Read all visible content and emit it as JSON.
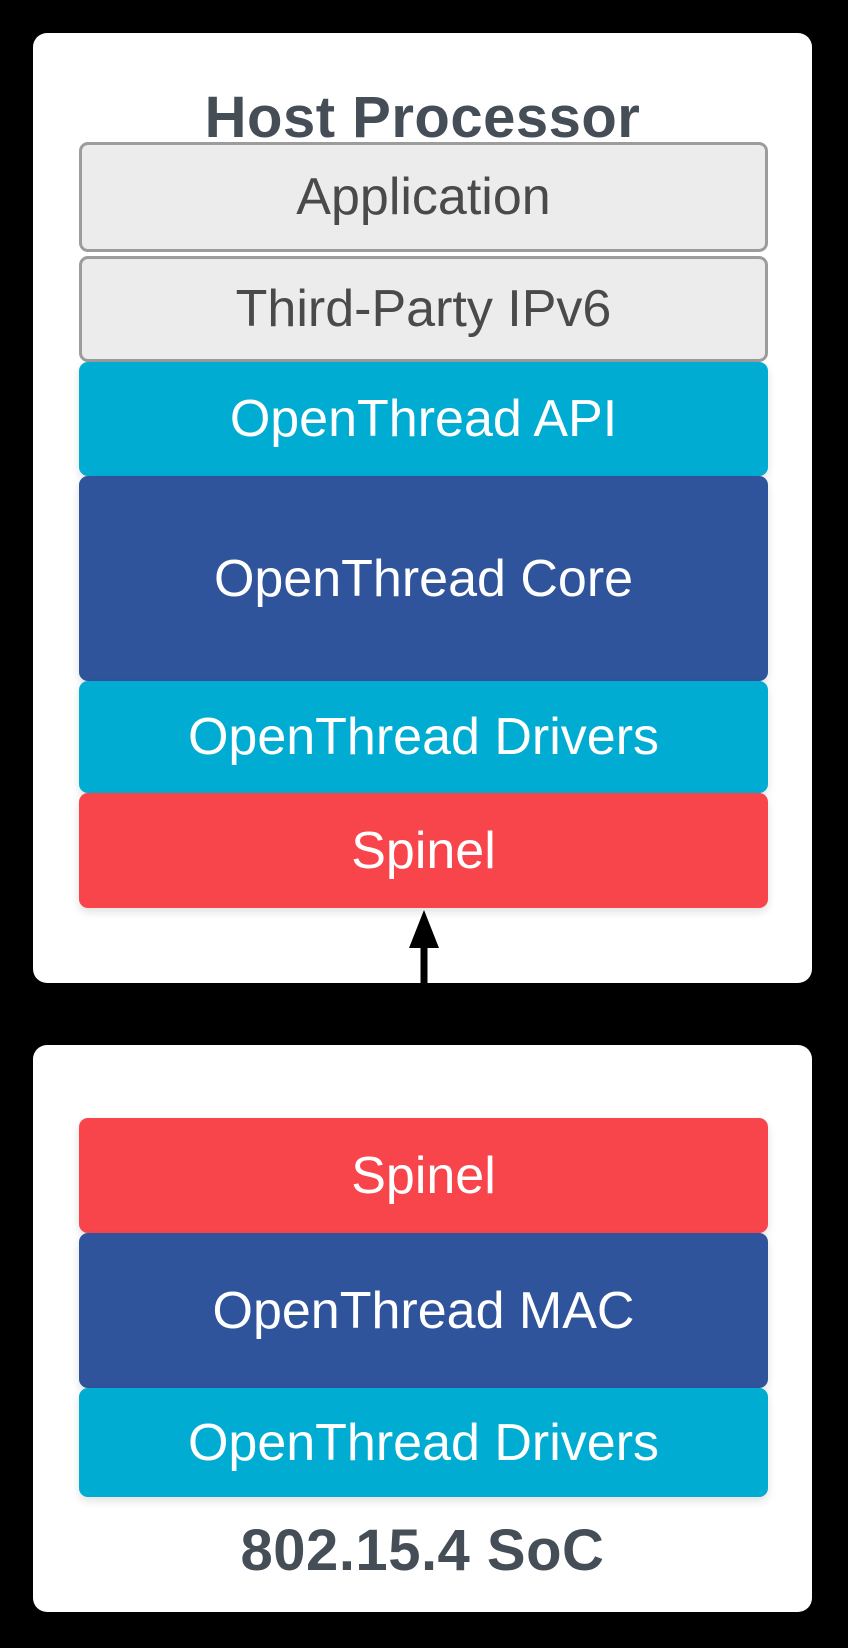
{
  "colors": {
    "background": "#000000",
    "card": "#ffffff",
    "cyan": "#00acd2",
    "blue": "#2f549b",
    "red": "#f8444b",
    "gray_fill": "#ececec",
    "gray_border": "#9c9c9c",
    "heading_text": "#454d56",
    "gray_box_text": "#4a4a4a",
    "layer_text": "#ffffff",
    "arrow": "#000000"
  },
  "host_card": {
    "title": "Host Processor",
    "layers": [
      {
        "label": "Application",
        "style": "gray"
      },
      {
        "label": "Third-Party IPv6",
        "style": "gray"
      },
      {
        "label": "OpenThread API",
        "style": "cyan"
      },
      {
        "label": "OpenThread Core",
        "style": "blue"
      },
      {
        "label": "OpenThread Drivers",
        "style": "cyan"
      },
      {
        "label": "Spinel",
        "style": "red"
      }
    ]
  },
  "soc_card": {
    "caption": "802.15.4 SoC",
    "layers": [
      {
        "label": "Spinel",
        "style": "red"
      },
      {
        "label": "OpenThread MAC",
        "style": "blue"
      },
      {
        "label": "OpenThread Drivers",
        "style": "cyan"
      }
    ]
  },
  "connector": {
    "type": "bidirectional-arrow",
    "connects": "Spinel (Host Processor) to Spinel (802.15.4 SoC)"
  }
}
